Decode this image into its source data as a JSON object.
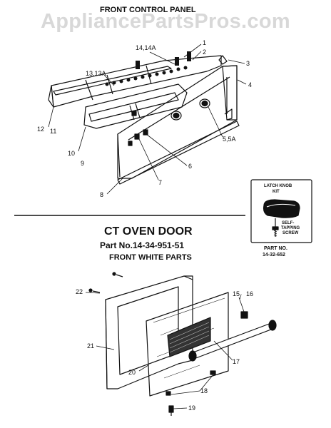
{
  "watermark": "AppliancePartsPros.com",
  "top_section": {
    "title": "FRONT CONTROL PANEL",
    "callouts": [
      "14,14A",
      "1",
      "2",
      "3",
      "4",
      "13,13A",
      "12",
      "11",
      "10",
      "9",
      "5,5A",
      "6",
      "7",
      "8"
    ]
  },
  "bottom_section": {
    "title": "CT OVEN DOOR",
    "part_line": "Part No.14-34-951-51",
    "subtitle": "FRONT WHITE PARTS",
    "kit": {
      "title_line1": "LATCH KNOB",
      "title_line2": "KIT",
      "screw_line1": "SELF-",
      "screw_line2": "TAPPING",
      "screw_line3": "SCREW",
      "part_label": "PART NO.",
      "part_number": "14-32-652"
    },
    "callouts": [
      "22",
      "15",
      "16",
      "21",
      "20",
      "17",
      "18",
      "19"
    ]
  }
}
